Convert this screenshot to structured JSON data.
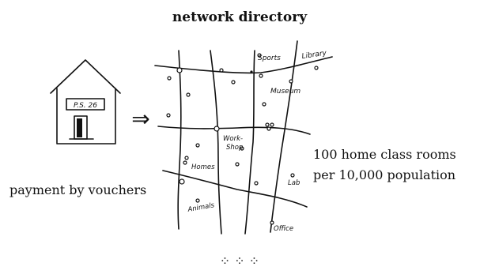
{
  "title": "network directory",
  "house_sign": "P.S. 26",
  "arrow": "⇒",
  "caption_left": "payment by vouchers",
  "caption_right_line1": "100 home class rooms",
  "caption_right_line2": "per 10,000 population",
  "map_labels": {
    "sports": "Sports",
    "library": "Library",
    "museum": "Museum",
    "workshop_line1": "Work-",
    "workshop_line2": "Shop",
    "homes": "Homes",
    "lab": "Lab",
    "animals": "Animals",
    "office": "Office"
  },
  "ornament": "⁘  ⁘  ⁘"
}
